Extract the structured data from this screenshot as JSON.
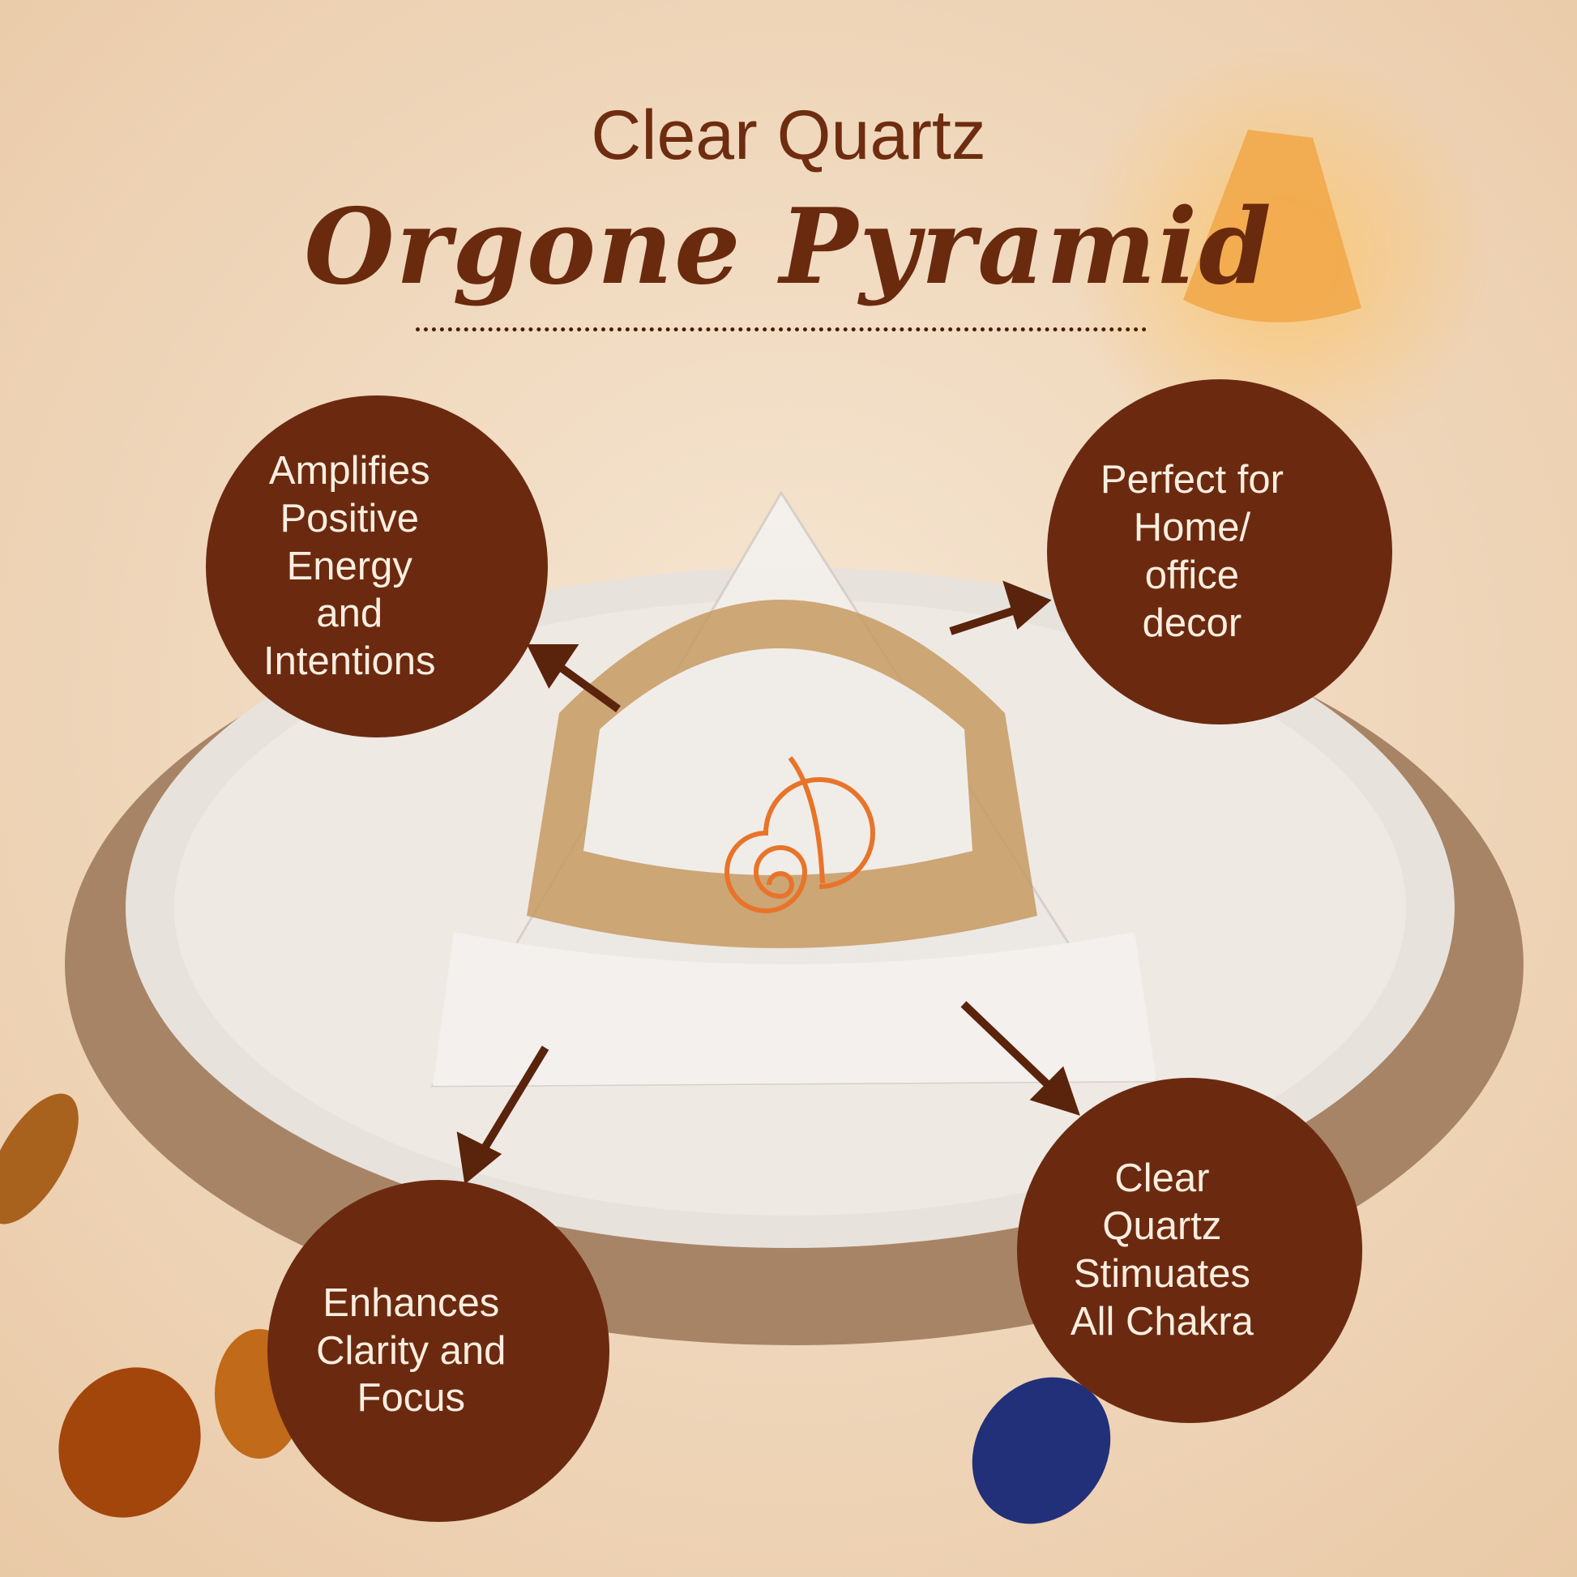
{
  "header": {
    "subtitle": "Clear Quartz",
    "title": "Orgone Pyramid"
  },
  "features": [
    {
      "line1": "Amplifies",
      "line2": "Positive Energy",
      "line3": "and Intentions"
    },
    {
      "line1": "Perfect for",
      "line2": "Home/ office",
      "line3": "decor"
    },
    {
      "line1": "Enhances",
      "line2": "Clarity and",
      "line3": "Focus"
    },
    {
      "line1": "Clear Quartz",
      "line2": "Stimuates",
      "line3": "All Chakra"
    }
  ],
  "colors": {
    "brand": "#6b2a10",
    "background": "#f1d9bd",
    "copper": "#e8742a"
  }
}
